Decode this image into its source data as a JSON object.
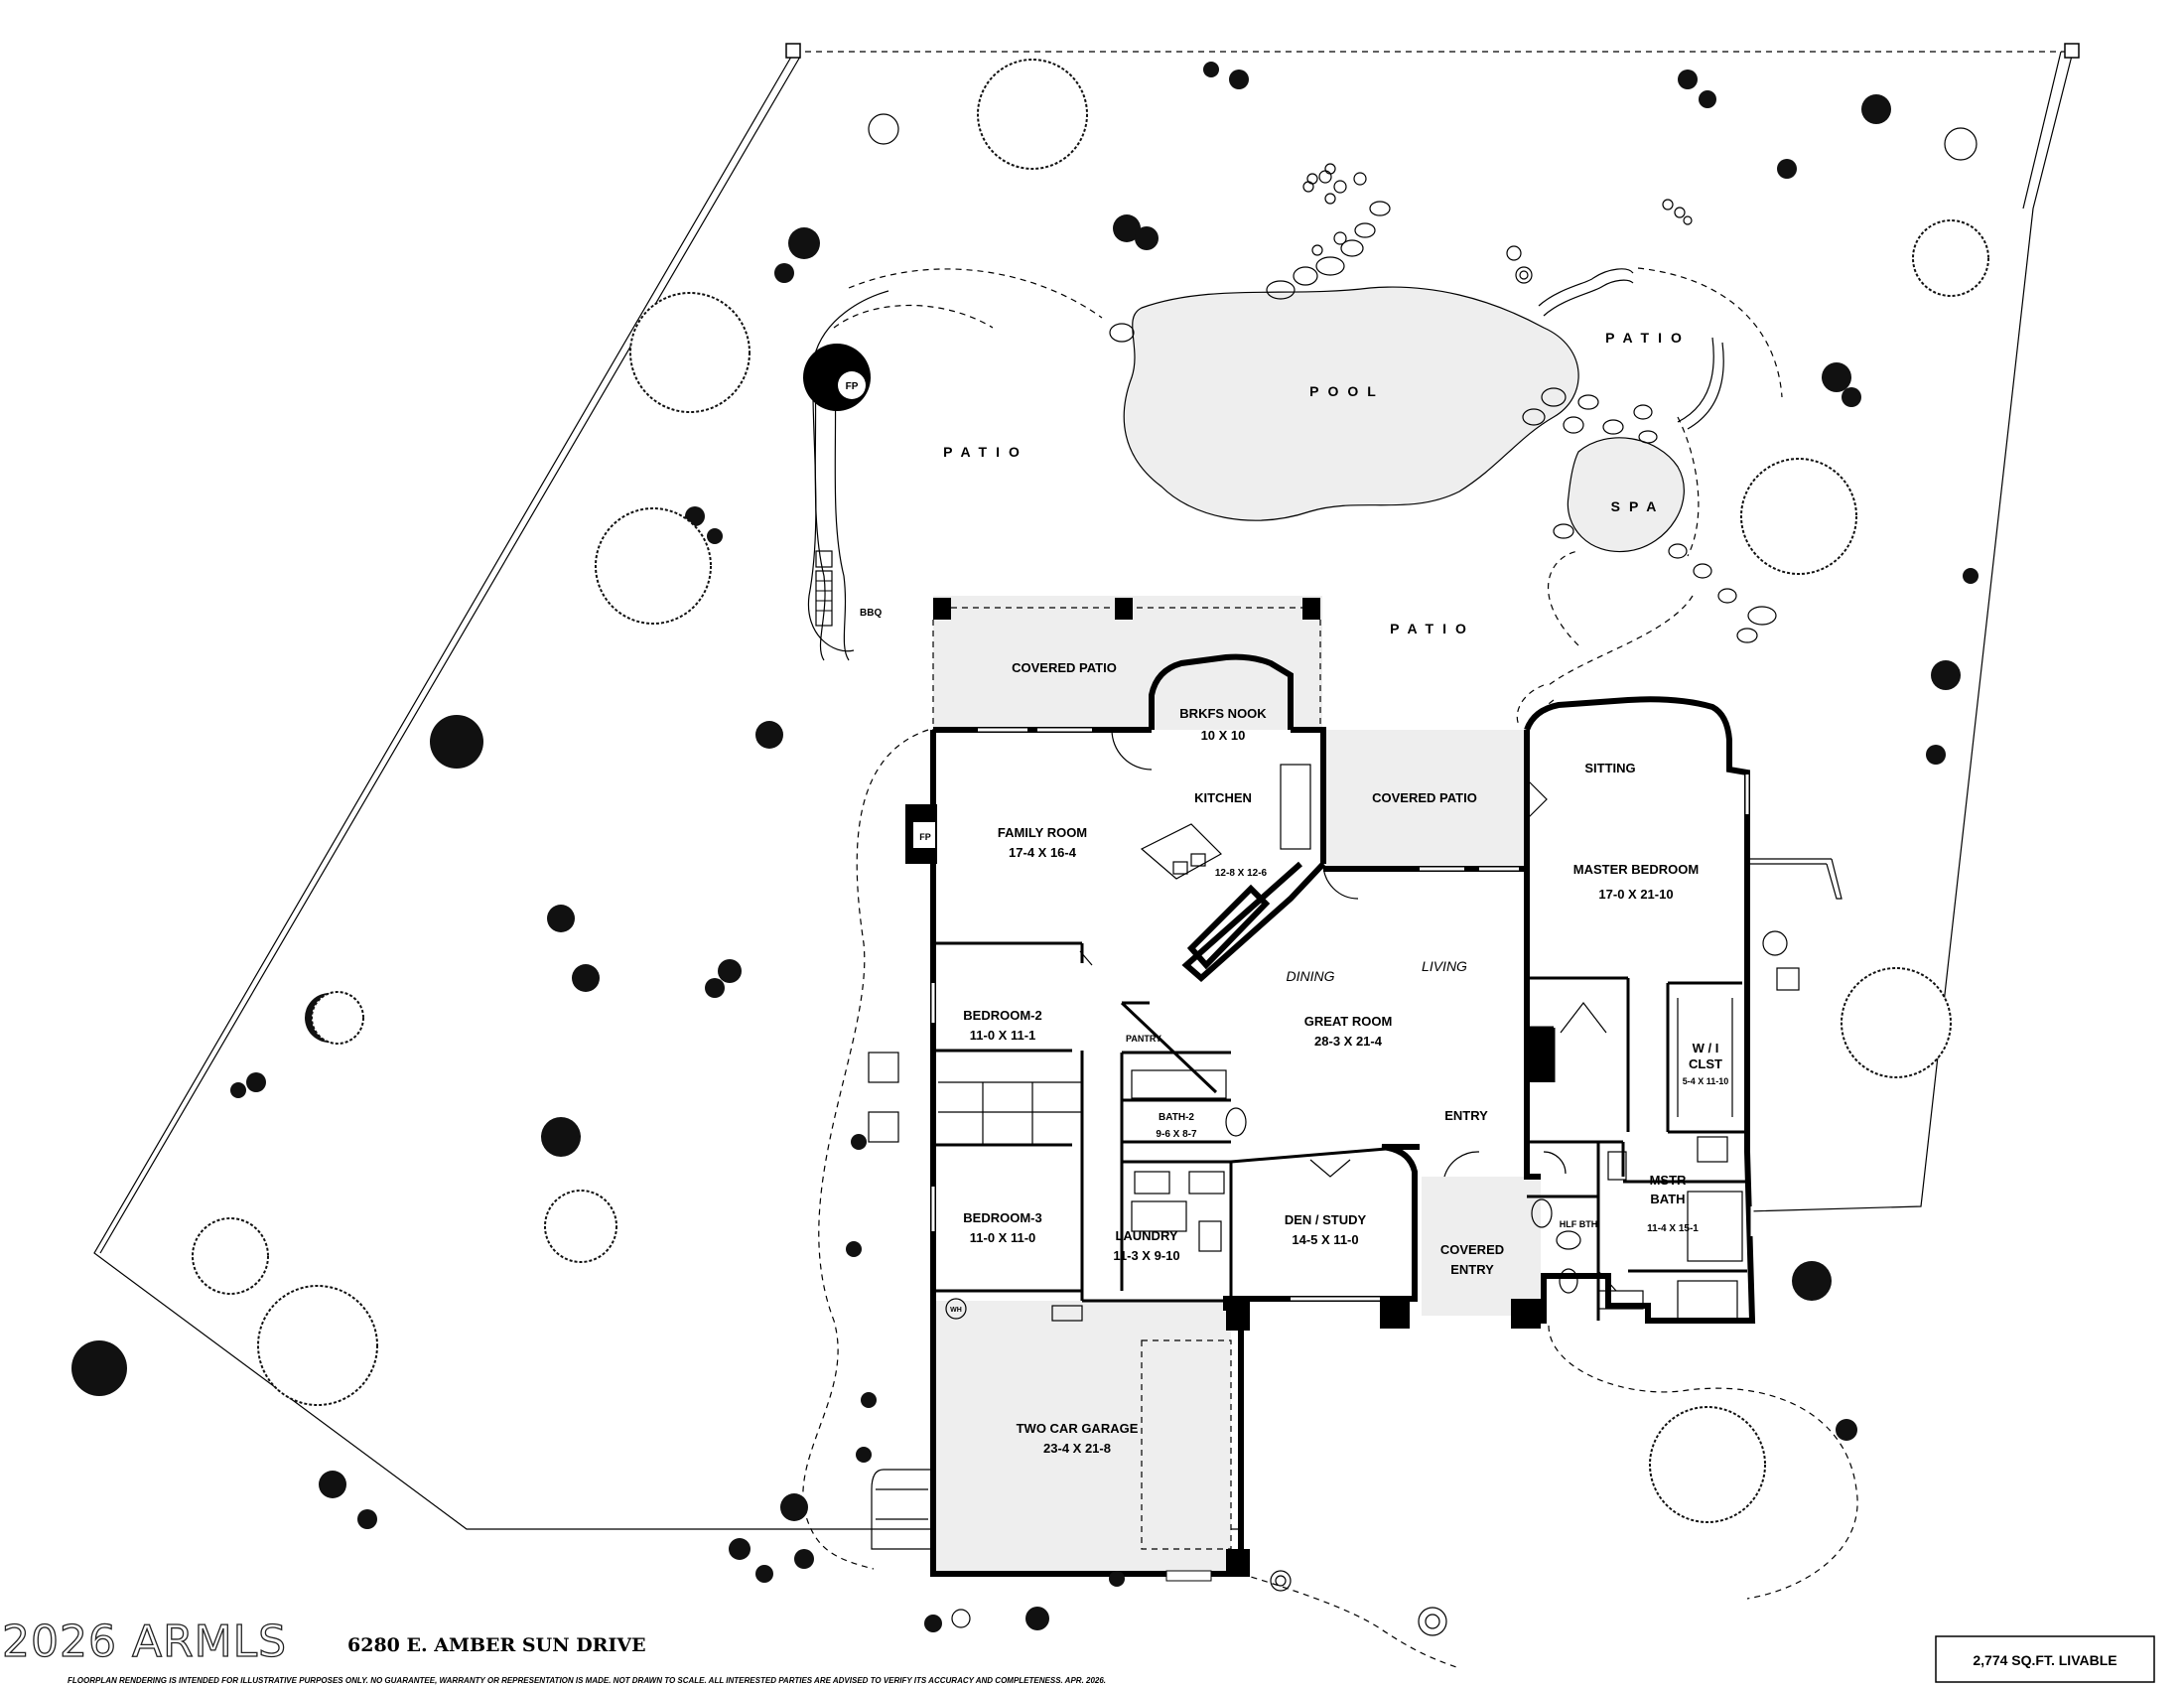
{
  "rooms": {
    "covered_patio_rear": {
      "name": "COVERED PATIO"
    },
    "brkfs_nook": {
      "name": "BRKFS NOOK",
      "dims": "10 X 10"
    },
    "kitchen": {
      "name": "KITCHEN",
      "dims": "12-8 X 12-6"
    },
    "family_room": {
      "name": "FAMILY ROOM",
      "dims": "17-4  X  16-4"
    },
    "covered_patio_side": {
      "name": "COVERED PATIO"
    },
    "sitting": {
      "name": "SITTING"
    },
    "master_bedroom": {
      "name": "MASTER BEDROOM",
      "dims": "17-0  X  21-10"
    },
    "dining": {
      "name": "DINING"
    },
    "living": {
      "name": "LIVING"
    },
    "great_room": {
      "name": "GREAT ROOM",
      "dims": "28-3  X  21-4"
    },
    "bedroom_2": {
      "name": "BEDROOM-2",
      "dims": "11-0  X  11-1"
    },
    "pantry": {
      "name": "PANTRY"
    },
    "bath_2": {
      "name": "BATH-2",
      "dims": "9-6 X 8-7"
    },
    "wi_closet": {
      "name": "W / I",
      "name2": "CLST",
      "dims": "5-4 X 11-10"
    },
    "entry": {
      "name": "ENTRY"
    },
    "mstr_bath": {
      "name": "MSTR",
      "name2": "BATH",
      "dims": "11-4 X 15-1"
    },
    "hlf_bth": {
      "name": "HLF BTH"
    },
    "bedroom_3": {
      "name": "BEDROOM-3",
      "dims": "11-0  X  11-0"
    },
    "laundry": {
      "name": "LAUNDRY",
      "dims": "11-3  X  9-10"
    },
    "den_study": {
      "name": "DEN / STUDY",
      "dims": "14-5  X  11-0"
    },
    "covered_entry": {
      "name": "COVERED",
      "name2": "ENTRY"
    },
    "two_car_garage": {
      "name": "TWO CAR GARAGE",
      "dims": "23-4  X  21-8"
    },
    "wh": {
      "name": "WH"
    }
  },
  "fixtures": {
    "fireplace_outdoor": "FP",
    "fireplace_indoor": "FP",
    "bbq": "BBQ"
  },
  "outdoor": {
    "patio_left": "PATIO",
    "pool": "POOL",
    "patio_top_right": "PATIO",
    "spa": "SPA",
    "patio_center": "PATIO"
  },
  "footer": {
    "brand": "2026 ARMLS",
    "address": "6280 E. AMBER SUN DRIVE",
    "disclaimer": "FLOORPLAN RENDERING IS INTENDED FOR ILLUSTRATIVE PURPOSES ONLY.  NO GUARANTEE, WARRANTY OR REPRESENTATION IS MADE.  NOT DRAWN TO SCALE.  ALL INTERESTED PARTIES ARE ADVISED TO VERIFY ITS ACCURACY AND COMPLETENESS.  APR. 2026.",
    "living_area": "2,774 SQ.FT. LIVABLE"
  },
  "colors": {
    "covered_fill": "#eeeeee",
    "wall": "#000000",
    "background": "#ffffff"
  }
}
